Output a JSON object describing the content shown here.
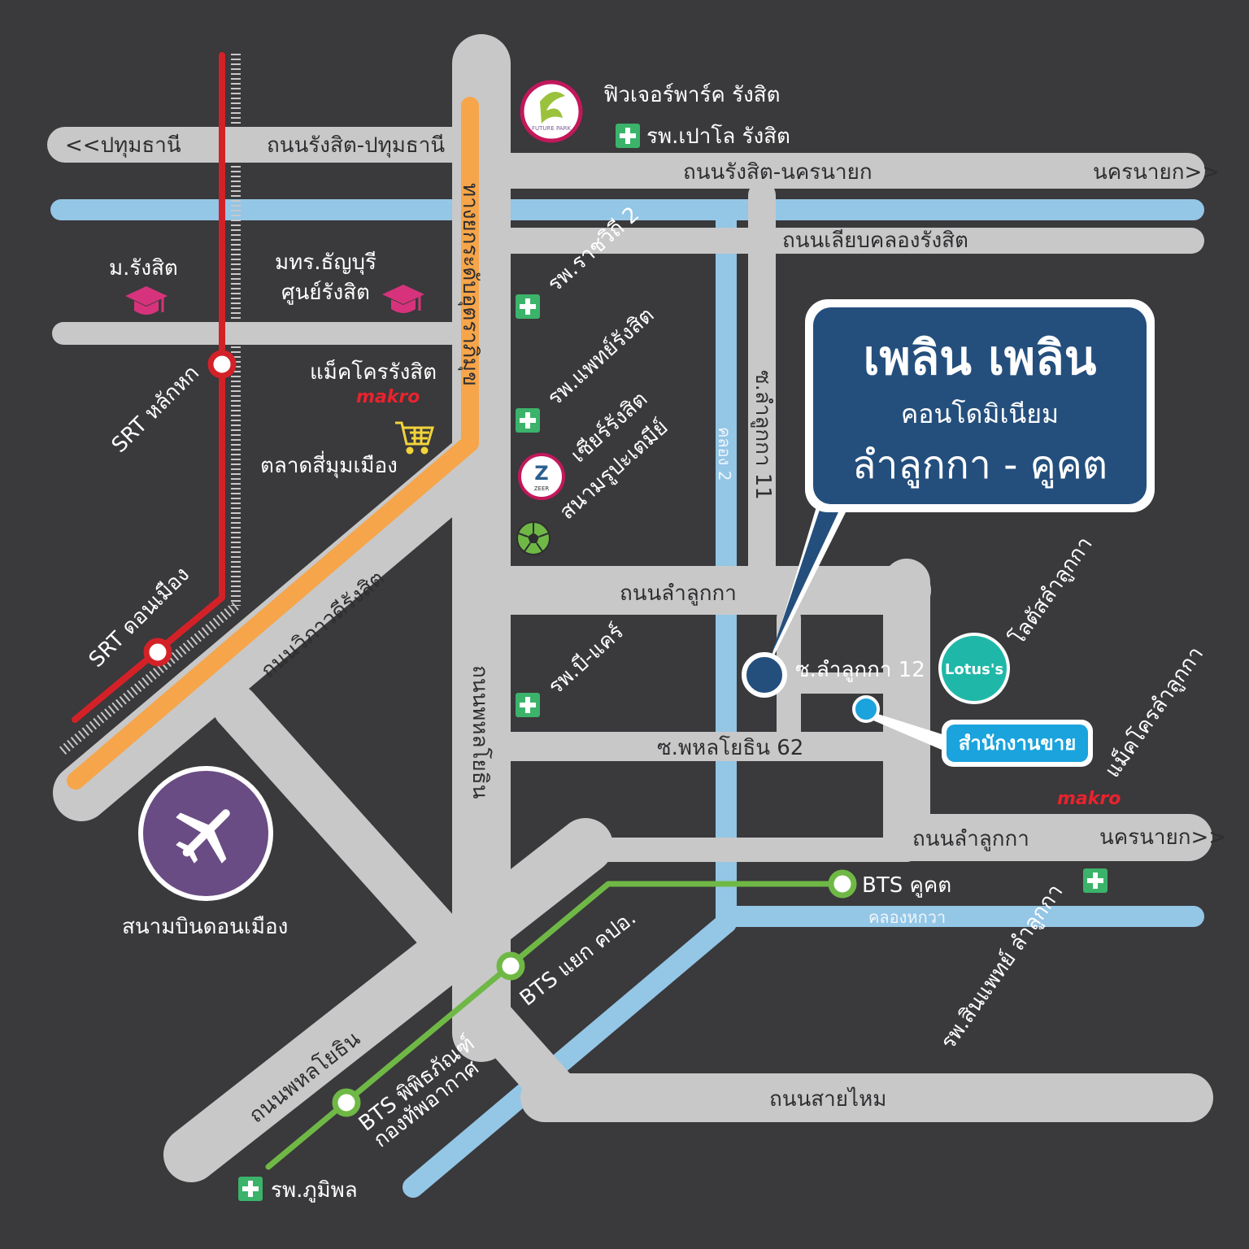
{
  "colors": {
    "background": "#3a393b",
    "road": "#c8c8c9",
    "canal": "#94c6e6",
    "highway": "#f6a54a",
    "srt_line": "#d32128",
    "bts_line": "#6fb846",
    "project_box": "#244f7d",
    "sales_office": "#1aa3dd",
    "hospital": "#3bb36a",
    "university": "#d6337c",
    "airport": "#6a4c84",
    "makro": "#e8232e"
  },
  "project": {
    "name": "เพลิน เพลิน",
    "type": "คอนโดมิเนียม",
    "location": "ลำลูกกา - คูคต"
  },
  "sales_office": "สำนักงานขาย",
  "roads": {
    "rangsit_pathum": "ถนนรังสิต-ปทุมธานี",
    "to_pathum": "<<ปทุมธานี",
    "rangsit_nakhonnayok": "ถนนรังสิต-นครนายก",
    "to_nakhonnayok_top": "นครนายก>>",
    "khlong_rangsit_road": "ถนนเลียบคลองรังสิต",
    "expressway": "ทางยกระดับอุตราภิมุข",
    "vibhavadi": "ถนนวิภาวดีรังสิต",
    "phahon_vertical": "ถนนพหลโยธิน",
    "phahon_diagonal": "ถนนพหลโยธิน",
    "lamlukka_top": "ถนนลำลูกกา",
    "lamlukka_right": "ถนนลำลูกกา",
    "to_nakhonnayok_bottom": "นครนายก>>",
    "soi_lamlukka_11": "ซ.ลำลูกกา 11",
    "soi_lamlukka_12": "ซ.ลำลูกกา 12",
    "soi_phahon_62": "ซ.พหลโยธิน 62",
    "sai_mai": "ถนนสายไหม"
  },
  "canals": {
    "khlong_2": "คลอง 2",
    "khlong_hok_wa": "คลองหกวา"
  },
  "places": {
    "future_park": "ฟิวเจอร์พาร์ค รังสิต",
    "future_park_logo": "FUTURE PARK",
    "paolo": "รพ.เปาโล รังสิต",
    "rajavithi": "รพ.ราชวิถี 2",
    "phaet_rangsit": "รพ.แพทย์รังสิต",
    "zeer_line1": "เซียร์รังสิต",
    "zeer_line2": "สนามรูปะเตมีย์",
    "zeer_logo": "ZEER",
    "b_care": "รพ.บี-แคร์",
    "rangsit_univ": "ม.รังสิต",
    "thanyaburi_line1": "มทร.ธัญบุรี",
    "thanyaburi_line2": "ศูนย์รังสิต",
    "makro_rangsit": "แม็คโครรังสิต",
    "makro_logo": "makro",
    "simummuang": "ตลาดสี่มุมเมือง",
    "srt_lak_hok": "SRT หลักหก",
    "srt_don_mueang": "SRT ดอนเมือง",
    "airport": "สนามบินดอนเมือง",
    "lotus_name": "โลตัสลำลูกกา",
    "lotus_logo": "Lotus's",
    "makro_lamlukka": "แม็คโครลำลูกกา",
    "bts_khu_khot": "BTS คูคต",
    "bts_yaek": "BTS แยก คปอ.",
    "bts_museum_line1": "BTS พิพิธภัณฑ์",
    "bts_museum_line2": "กองทัพอากาศ",
    "bhumibol": "รพ.ภูมิพล",
    "sinphaet": "รพ.สินแพทย์ ลำลูกกา"
  },
  "icons": {
    "hospital": "hospital-cross-icon",
    "university": "graduation-cap-icon",
    "cart": "shopping-cart-icon",
    "stadium": "soccer-ball-icon",
    "airport": "airplane-icon"
  }
}
